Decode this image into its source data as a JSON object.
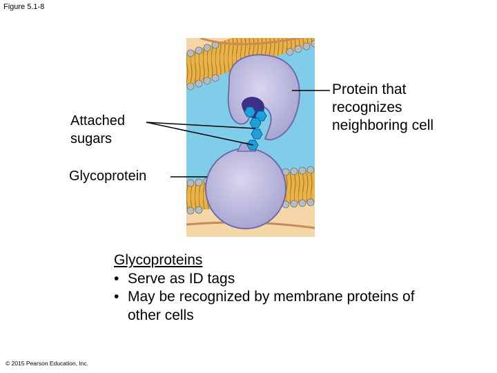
{
  "figure_label": "Figure 5.1-8",
  "labels": {
    "attached_sugars": "Attached sugars",
    "protein": "Protein that recognizes neighboring cell",
    "glycoprotein": "Glycoprotein"
  },
  "notes": {
    "title": "Glycoproteins",
    "bullets": [
      "Serve as ID tags",
      "May be recognized by membrane proteins of other cells"
    ]
  },
  "copyright": "© 2015 Pearson Education, Inc.",
  "colors": {
    "extracellular": "#7fcde8",
    "cytoplasm": "#f4d6a8",
    "protein": "#b9b7dc",
    "protein_edge": "#6f6aa8",
    "sugar": "#1ea0dc",
    "lipid_tail": "#d9a53a",
    "phospholipid_head": "#b8bcc0"
  }
}
